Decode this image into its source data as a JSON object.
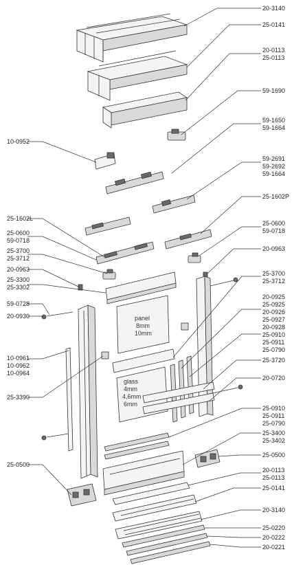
{
  "labels": {
    "l01": "20-3140",
    "l02": "25-0141",
    "l03": "20-0113",
    "l04": "25-0113",
    "l05": "59-1690",
    "l06": "59-1650",
    "l07": "59-1664",
    "l08": "10-0952",
    "l09": "59-2691",
    "l10": "59-2692",
    "l11": "59-1664",
    "l12": "25-1602P",
    "l13": "25-1602L",
    "l14": "25-0600",
    "l15": "59-0718",
    "l16": "25-0600",
    "l17": "59-0718",
    "l18": "25-3700",
    "l19": "25-3712",
    "l20": "20-0963",
    "l21": "20-0963",
    "l22": "25-3300",
    "l23": "25-3302",
    "l24": "25-3700",
    "l25": "25-3712",
    "l26": "59-0728",
    "l27": "20-0930",
    "l28": "20-0925",
    "l29": "25-0925",
    "l30": "20-0926",
    "l31": "25-0927",
    "l32": "20-0928",
    "l33": "25-0910",
    "l34": "25-0911",
    "l35": "25-0790",
    "l36": "10-0961",
    "l37": "10-0962",
    "l38": "10-0964",
    "l39": "25-3720",
    "l40": "25-3390",
    "l41": "20-0720",
    "l42": "25-0910",
    "l43": "25-0911",
    "l44": "25-0790",
    "l45": "25-3400",
    "l46": "25-3402",
    "l47": "25-0500",
    "l48": "25-0500",
    "l49": "20-0113",
    "l50": "25-0113",
    "l51": "25-0141",
    "l52": "20-3140",
    "l53": "25-0220",
    "l54": "20-0222",
    "l55": "20-0221"
  },
  "panel": {
    "line1": "panel",
    "line2": "8mm",
    "line3": "10mm"
  },
  "glass": {
    "line1": "glass",
    "line2": "4mm",
    "line3": "4,6mm",
    "line4": "6mm"
  }
}
